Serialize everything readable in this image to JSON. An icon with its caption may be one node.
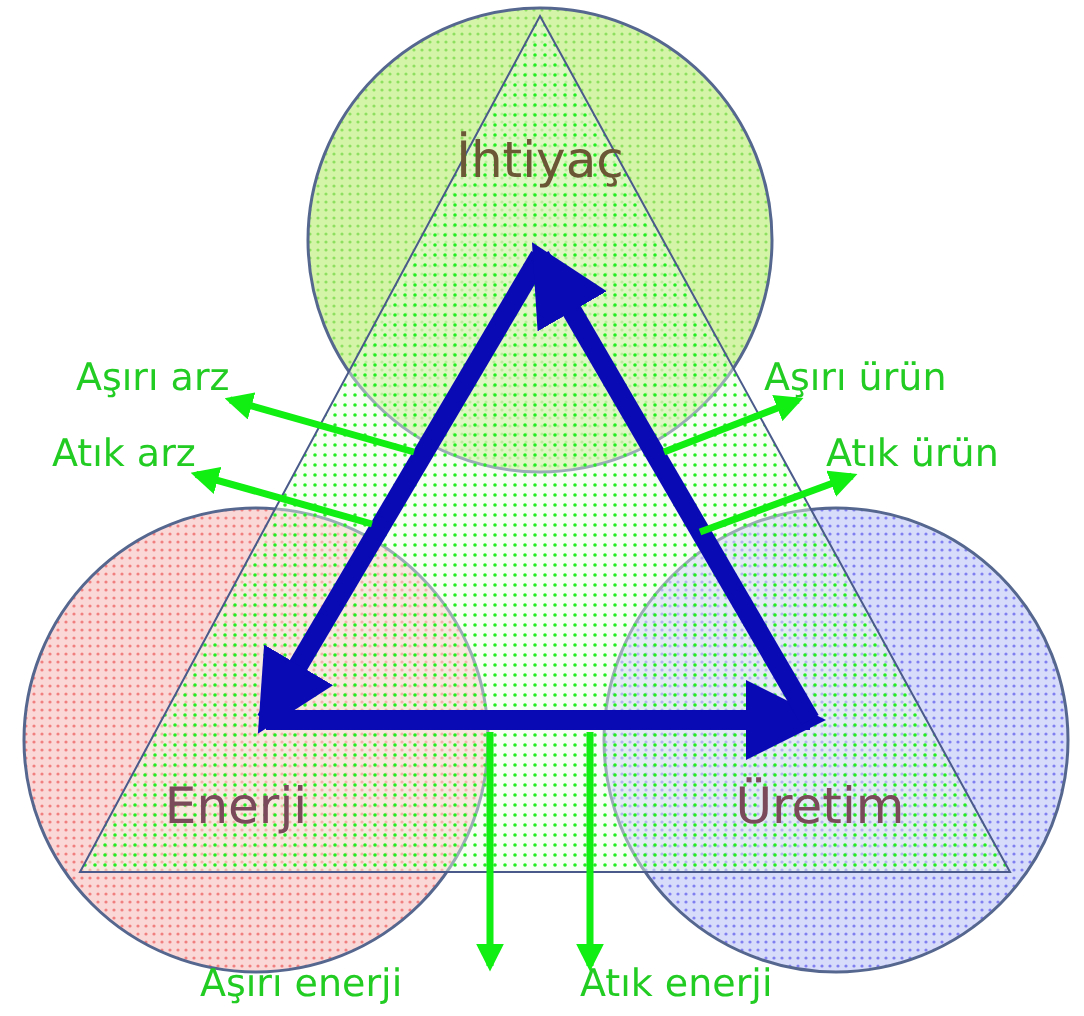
{
  "diagram": {
    "nodes": [
      {
        "text": [
          "İhtiyaç"
        ]
      },
      {
        "text": [
          "Enerji"
        ]
      },
      {
        "text": [
          "Üretim"
        ]
      },
      {
        "text": [
          "Aşırı arz"
        ]
      },
      {
        "text": [
          "Atık arz"
        ]
      },
      {
        "text": [
          "Aşırı ürün"
        ]
      },
      {
        "text": [
          "Atık ürün"
        ]
      },
      {
        "text": [
          "Aşırı enerji"
        ]
      },
      {
        "text": [
          "Atık enerji"
        ]
      }
    ],
    "edges": [
      {
        "from": 0,
        "to": 1,
        "arrow": "to",
        "style": "thick",
        "color": "#0a0ab4"
      },
      {
        "from": 1,
        "to": 2,
        "arrow": "to",
        "style": "thick",
        "color": "#0a0ab4"
      },
      {
        "from": 2,
        "to": 0,
        "arrow": "to",
        "style": "thick",
        "color": "#0a0ab4"
      },
      {
        "from": 0,
        "to": 3,
        "arrow": "to"
      },
      {
        "from": 1,
        "to": 4,
        "arrow": "to"
      },
      {
        "from": 0,
        "to": 5,
        "arrow": "to"
      },
      {
        "from": 2,
        "to": 6,
        "arrow": "to"
      },
      {
        "from": 1,
        "to": 7,
        "arrow": "to"
      },
      {
        "from": 2,
        "to": 8,
        "arrow": "to"
      }
    ]
  }
}
